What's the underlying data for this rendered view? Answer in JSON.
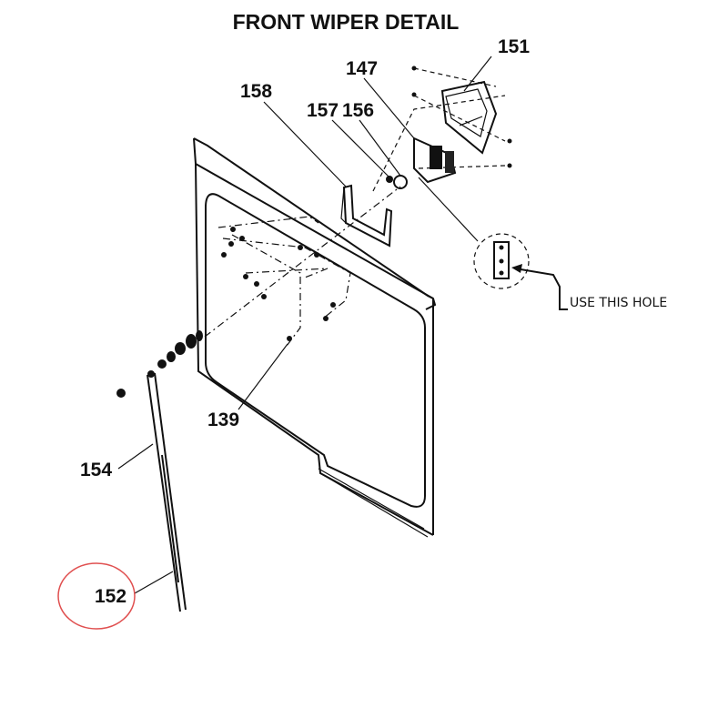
{
  "title": "FRONT WIPER DETAIL",
  "note": "USE THIS HOLE",
  "callouts": {
    "c139": "139",
    "c147": "147",
    "c151": "151",
    "c152": "152",
    "c154": "154",
    "c156": "156",
    "c157": "157",
    "c158": "158"
  },
  "colors": {
    "line": "#111111",
    "highlight_circle": "#e05050",
    "background": "#ffffff"
  }
}
